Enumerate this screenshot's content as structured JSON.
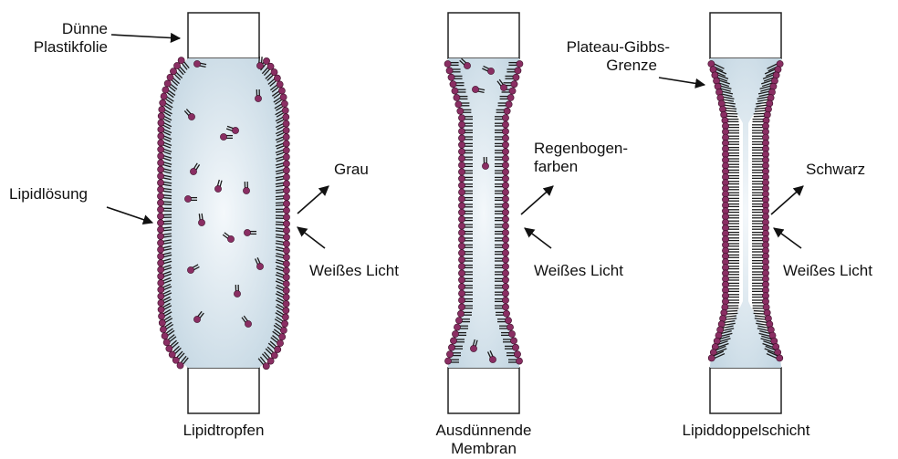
{
  "panels": [
    {
      "caption": "Lipidtropfen",
      "callouts": {
        "foil": [
          "Dünne",
          "Plastikfolie"
        ],
        "solution": "Lipidlösung",
        "reflected": "Grau",
        "incident": "Weißes Licht"
      }
    },
    {
      "caption": [
        "Ausdünnende",
        "Membran"
      ],
      "callouts": {
        "reflected": [
          "Regenbogen-",
          "farben"
        ],
        "incident": "Weißes Licht"
      }
    },
    {
      "caption": "Lipiddoppelschicht",
      "callouts": {
        "border": [
          "Plateau-Gibbs-",
          "Grenze"
        ],
        "reflected": "Schwarz",
        "incident": "Weißes Licht"
      }
    }
  ],
  "colors": {
    "lipid_head": "#8a2e63",
    "lipid_tail": "#1a1a1a",
    "solution_fill": "#c9dbe6",
    "solution_highlight": "#f4f8fb",
    "outline": "#222222"
  }
}
